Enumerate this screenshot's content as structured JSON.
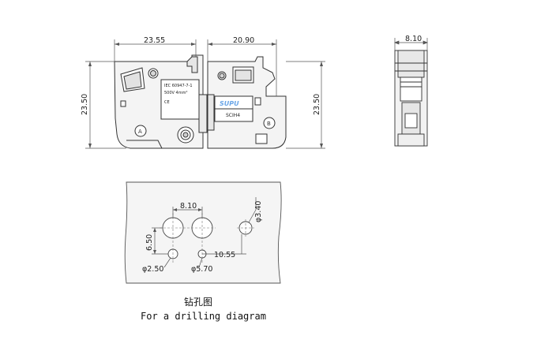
{
  "dimensions": {
    "width_a": "23.55",
    "width_b": "20.90",
    "height_left": "23.50",
    "height_right": "23.50",
    "side_width": "8.10",
    "hole_spacing": "8.10",
    "small_hole_dia": "φ3.40",
    "vertical_offset": "6.50",
    "horizontal_offset": "10.55",
    "dia_a": "φ2.50",
    "dia_b": "φ5.70"
  },
  "module_a": {
    "standard": "IEC 60947-7-1",
    "rating": "500V  4mm²",
    "mark": "CE",
    "letter": "A"
  },
  "module_b": {
    "brand": "SUPU",
    "model": "SCIH4",
    "letter": "B"
  },
  "caption": {
    "chinese": "钻孔图",
    "english": "For a drilling diagram"
  },
  "colors": {
    "line": "#333333",
    "dim_line": "#555555",
    "brand_blue": "#6aa6e8",
    "accent_gray": "#c0c0c0"
  }
}
